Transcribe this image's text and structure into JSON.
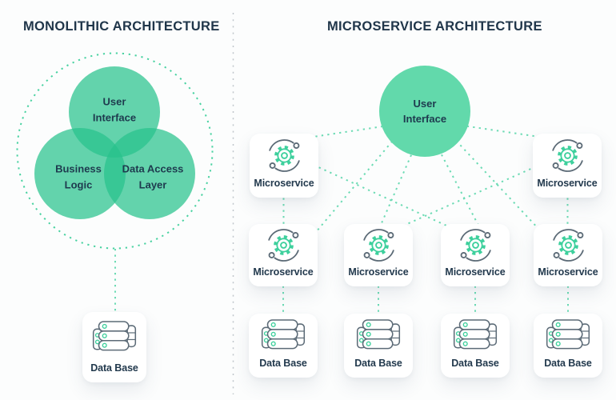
{
  "left_panel": {
    "title": "MONOLITHIC ARCHITECTURE",
    "venn": {
      "user_interface": "User\nInterface",
      "business_logic": "Business\nLogic",
      "data_access_layer": "Data Access\nLayer"
    },
    "database": {
      "label": "Data Base",
      "icon": "server-stack-icon"
    }
  },
  "right_panel": {
    "title": "MICROSERVICE ARCHITECTURE",
    "user_interface": "User\nInterface",
    "microservices": {
      "label": "Microservice",
      "icon": "gear-sync-icon",
      "top_row_count": 2,
      "bottom_row_count": 4
    },
    "databases": {
      "label": "Data Base",
      "icon": "server-stack-icon",
      "count": 4
    }
  },
  "colors": {
    "solid_circle_green": "#62d9ab",
    "venn_fill_green": "rgba(40,194,140,0.72)",
    "dotted_line_green": "#6cdbb4",
    "dotted_ring_green": "#49d2a1",
    "icon_slate": "#5c6b77",
    "icon_green": "#3ed09d",
    "text_navy": "#21384b",
    "divider_gray": "#bfc6cb",
    "card_background": "#ffffff"
  }
}
